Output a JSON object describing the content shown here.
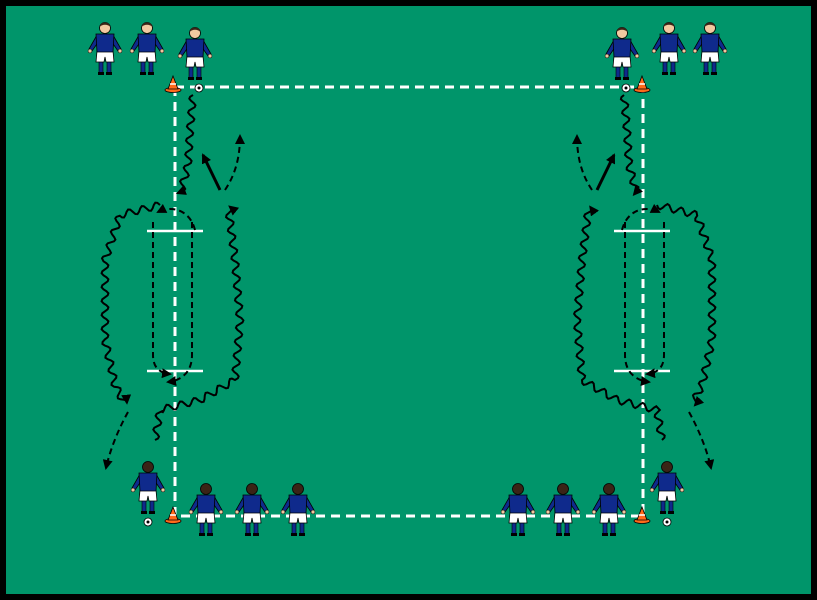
{
  "diagram": {
    "field_color": "#00956a",
    "border_color": "#000000",
    "line_color": "#ffffff",
    "cone_color": "#ff6a1a",
    "jersey_color": "#0f2a8c",
    "shorts_color": "#ffffff",
    "socks_color": "#0f2a8c",
    "pass_line_style": "dashed",
    "dribble_line_style": "wavy",
    "run_line_style": "solid-arrow",
    "players": [
      {
        "group": "top-left",
        "facing": "front",
        "with_ball": false
      },
      {
        "group": "top-left",
        "facing": "front",
        "with_ball": false
      },
      {
        "group": "top-left",
        "facing": "front",
        "with_ball": true
      },
      {
        "group": "top-right",
        "facing": "front",
        "with_ball": true
      },
      {
        "group": "top-right",
        "facing": "front",
        "with_ball": false
      },
      {
        "group": "top-right",
        "facing": "front",
        "with_ball": false
      },
      {
        "group": "bottom-left",
        "facing": "back",
        "with_ball": true
      },
      {
        "group": "bottom-left",
        "facing": "back",
        "with_ball": false
      },
      {
        "group": "bottom-left",
        "facing": "back",
        "with_ball": false
      },
      {
        "group": "bottom-left",
        "facing": "back",
        "with_ball": false
      },
      {
        "group": "bottom-right",
        "facing": "back",
        "with_ball": false
      },
      {
        "group": "bottom-right",
        "facing": "back",
        "with_ball": false
      },
      {
        "group": "bottom-right",
        "facing": "back",
        "with_ball": false
      },
      {
        "group": "bottom-right",
        "facing": "back",
        "with_ball": true
      }
    ],
    "cones": [
      "top-left",
      "top-right",
      "bottom-left",
      "bottom-right"
    ],
    "gates": [
      "left-upper",
      "left-lower",
      "right-upper",
      "right-lower"
    ]
  }
}
